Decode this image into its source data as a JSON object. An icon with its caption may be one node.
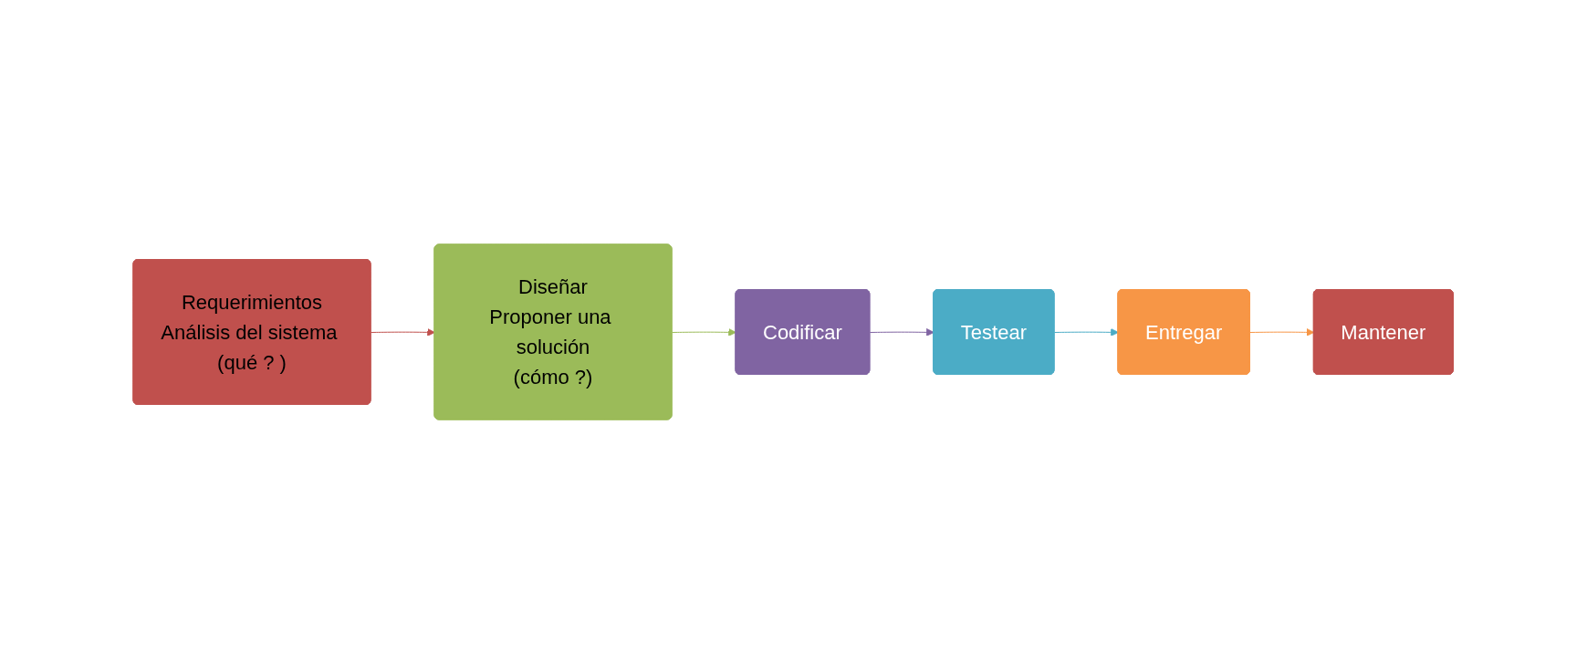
{
  "diagram": {
    "nodes": [
      {
        "text": [
          "Requerimientos",
          "Análisis del sistema (qué ? )"
        ]
      },
      {
        "text": [
          "Diseñar",
          "Proponer una solución",
          "(cómo ?)"
        ]
      },
      {
        "text": [
          "Codificar"
        ]
      },
      {
        "text": [
          "Testear"
        ]
      },
      {
        "text": [
          "Entregar"
        ]
      },
      {
        "text": [
          "Mantener"
        ]
      }
    ],
    "edges": [
      {
        "from": 0,
        "to": 1,
        "arrow": "to",
        "color": "#c0504d"
      },
      {
        "from": 1,
        "to": 2,
        "arrow": "to",
        "color": "#9bbb59"
      },
      {
        "from": 2,
        "to": 3,
        "arrow": "to",
        "color": "#8064a2"
      },
      {
        "from": 3,
        "to": 4,
        "arrow": "to",
        "color": "#4bacc6"
      },
      {
        "from": 4,
        "to": 5,
        "arrow": "to",
        "color": "#f79646"
      }
    ]
  }
}
